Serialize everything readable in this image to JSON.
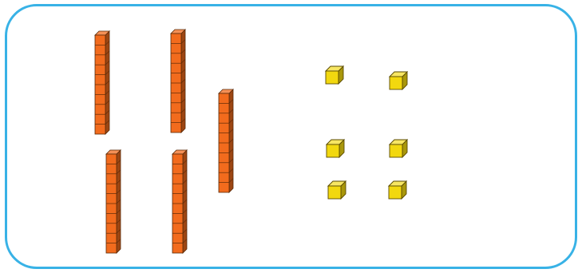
{
  "figure": {
    "frame_color": "#38b2e6",
    "tens": {
      "count": 5,
      "cubes_per_rod": 10,
      "color": "#f26b1d",
      "edge_color": "#5a2a08"
    },
    "ones": {
      "count": 6,
      "color": "#f2d80f",
      "edge_color": "#5a4a00"
    }
  }
}
